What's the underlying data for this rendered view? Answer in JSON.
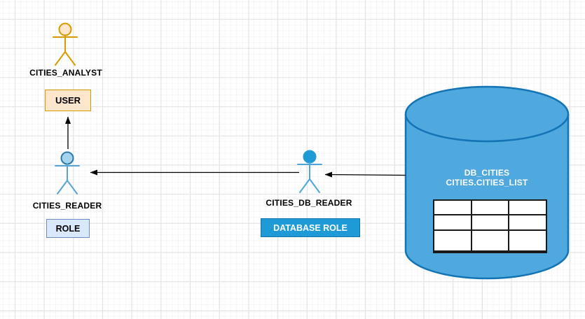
{
  "diagram": {
    "nodes": {
      "analyst": {
        "label": "CITIES_ANALYST",
        "badge": "USER"
      },
      "reader": {
        "label": "CITIES_READER",
        "badge": "ROLE"
      },
      "db_reader": {
        "label": "CITIES_DB_READER",
        "badge": "DATABASE ROLE"
      },
      "database": {
        "line1": "DB_CITIES",
        "line2": "CITIES.CITIES_LIST",
        "table_rows": 3,
        "table_cols": 3
      }
    },
    "connections": [
      {
        "from": "DB_CITIES",
        "to": "CITIES_DB_READER"
      },
      {
        "from": "CITIES_DB_READER",
        "to": "CITIES_READER"
      },
      {
        "from": "CITIES_READER",
        "to": "USER (CITIES_ANALYST)"
      }
    ]
  },
  "colors": {
    "grid_minor": "#f5f5f5",
    "grid_major": "#e3e3e3",
    "actor_orange_stroke": "#D79B00",
    "actor_orange_head": "#FFE6CC",
    "user_badge_fill": "#FFE6CC",
    "user_badge_border": "#D79B00",
    "reader_limbs": "#55A4D6",
    "reader_head_fill": "#A8D3ED",
    "reader_head_stroke": "#2879B2",
    "role_badge_fill": "#DAE8FC",
    "role_badge_border": "#6C8EBF",
    "dbreader_limbs": "#4FA5DA",
    "db_blue": "#1E9BD7",
    "db_role_border": "#1172AC",
    "cylinder_fill": "#4FA8DE",
    "cylinder_stroke": "#1374B5",
    "arrow_color": "#000000"
  }
}
